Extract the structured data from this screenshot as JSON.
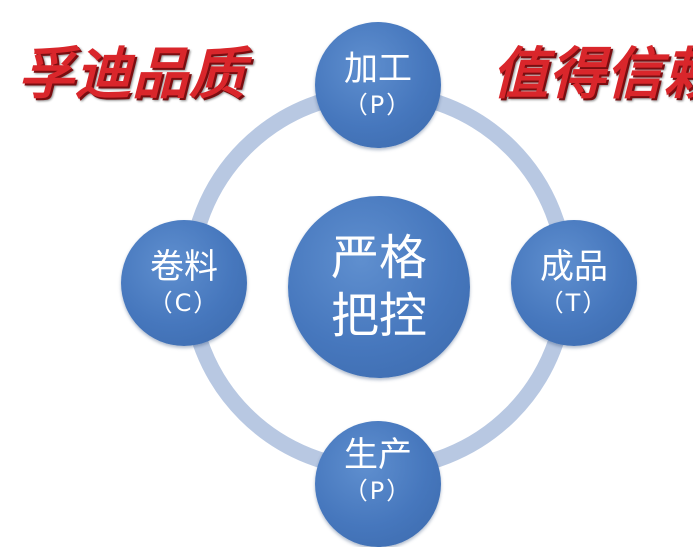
{
  "slogan_left": "孚迪品质",
  "slogan_right": "值得信赖",
  "colors": {
    "node_fill": "#4677bd",
    "ring": "#b8c8e2",
    "slogan": "#d9262b"
  },
  "center": {
    "line1": "严格",
    "line2": "把控"
  },
  "nodes": {
    "top": {
      "name": "加工",
      "code": "（P）"
    },
    "right": {
      "name": "成品",
      "code": "（T）"
    },
    "bottom": {
      "name": "生产",
      "code": "（P）"
    },
    "left": {
      "name": "卷料",
      "code": "（C）"
    }
  }
}
